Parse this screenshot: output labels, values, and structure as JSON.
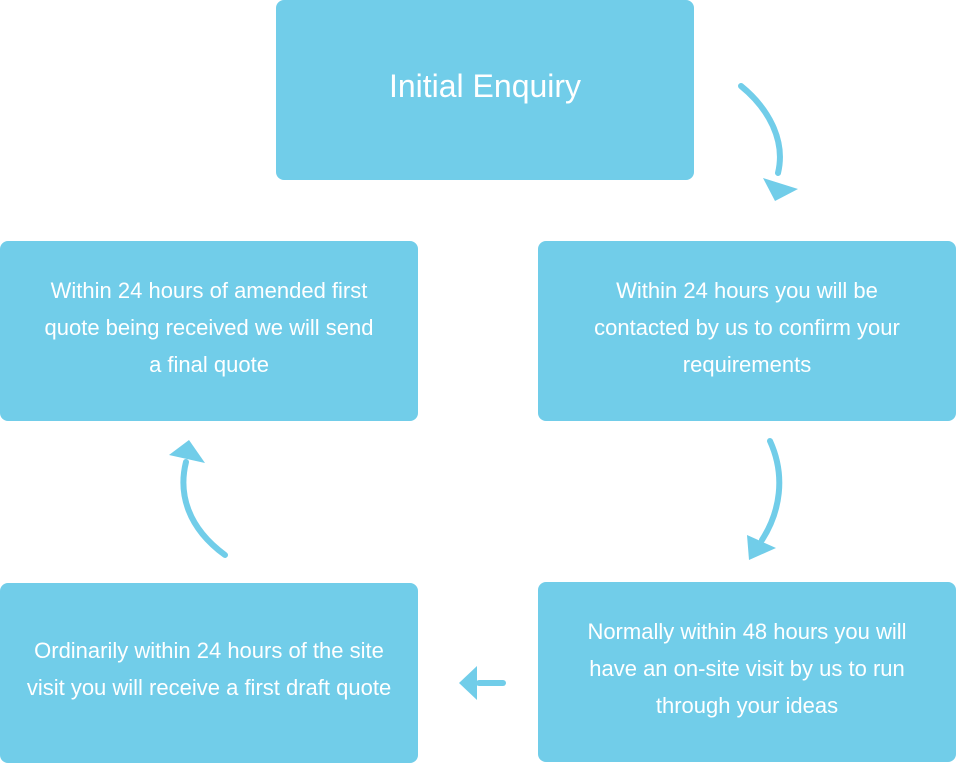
{
  "steps": {
    "initial_enquiry": "Initial Enquiry",
    "contact": "Within 24 hours you will be contacted by us to confirm your requirements",
    "site_visit": "Normally within 48 hours you will have an on-site visit by us to run through your ideas",
    "first_quote": "Ordinarily within 24 hours of the site visit you will receive a first draft quote",
    "final_quote": "Within 24 hours of amended first quote being received we will send a final quote"
  },
  "colors": {
    "box_fill": "#71cde9",
    "arrow": "#71cde9",
    "text": "#ffffff"
  },
  "icons": {
    "connector": "curved-arrow-icon"
  }
}
